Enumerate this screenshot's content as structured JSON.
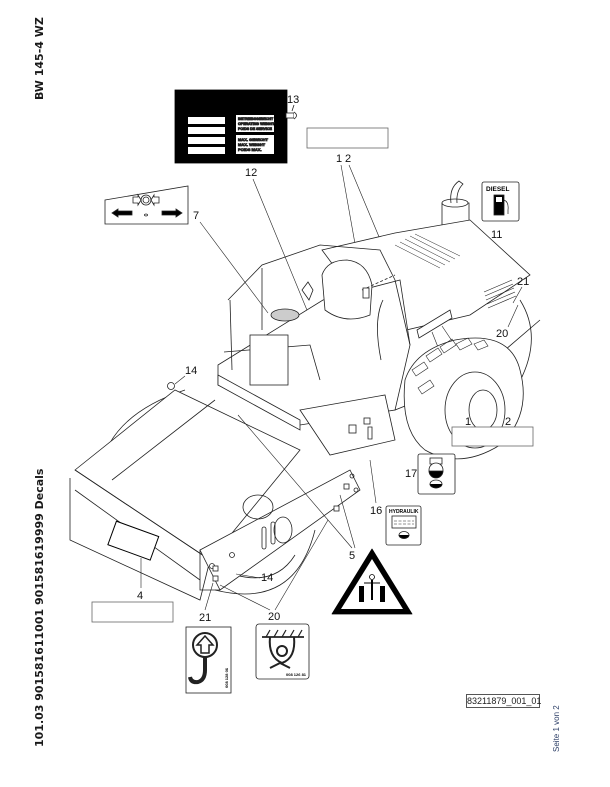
{
  "header": {
    "model": "BW 145-4 WZ",
    "document_ref": "101.03 901581611001 901581619999 Decals"
  },
  "footer": {
    "drawing_code": "83211879_001_01",
    "page_indicator": "Seite 1 von 2"
  },
  "callouts": {
    "c1a": "1",
    "c2a": "2",
    "c1b": "1",
    "c2b": "2",
    "c4": "4",
    "c5": "5",
    "c7": "7",
    "c11": "11",
    "c12": "12",
    "c13": "13",
    "c14a": "14",
    "c14b": "14",
    "c16": "16",
    "c17": "17",
    "c20a": "20",
    "c20b": "20",
    "c21a": "21",
    "c21b": "21"
  },
  "decals": {
    "weight_plate": {
      "line1": "BETRIEBSGEWICHT",
      "line2": "OPERATING WEIGHT",
      "line3": "POIDS DE SERVICE",
      "line4": "MAX. GEWICHT",
      "line5": "MAX. WEIGHT",
      "line6": "POIDS MAX."
    },
    "diesel_label": "DIESEL",
    "hydraulik_label": "HYDRAULIK",
    "lifting_point_code": "008 128 06",
    "tie_down_code": "008 126 81"
  }
}
